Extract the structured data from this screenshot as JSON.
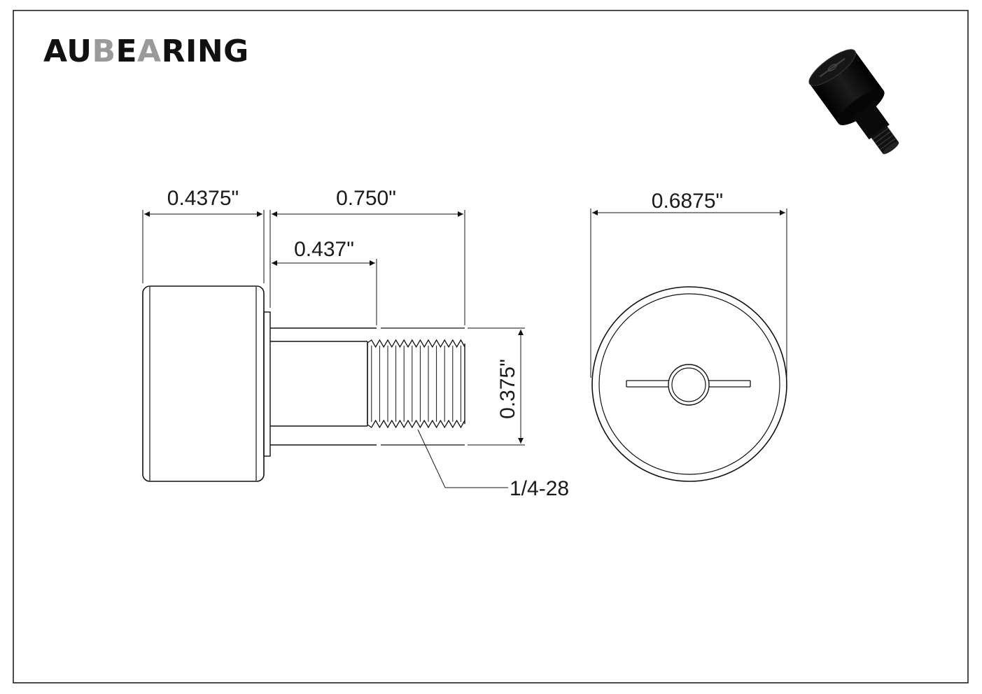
{
  "brand": {
    "part1": "AU",
    "part2": "B",
    "part3": "E",
    "part4": "A",
    "part5": "RING",
    "dark_color": "#111111",
    "grey_color": "#9a9a9a"
  },
  "dimensions": {
    "roller_width": "0.4375\"",
    "stud_length": "0.750\"",
    "shank_length": "0.437\"",
    "stud_diameter": "0.375\"",
    "thread_callout": "1/4-28",
    "roller_diameter": "0.6875\""
  },
  "thumbnail": {
    "icon": "cam-follower-3d-icon",
    "color": "#0b0b0b"
  }
}
